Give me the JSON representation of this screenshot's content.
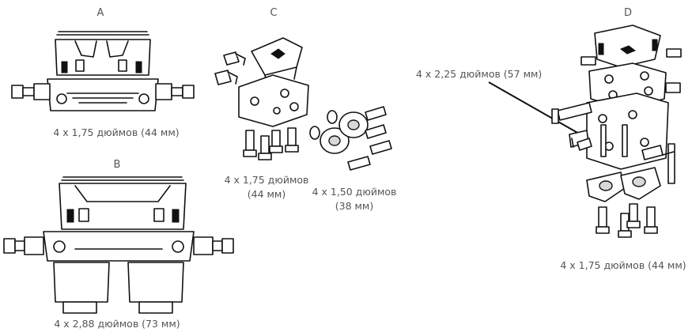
{
  "labels": {
    "a": "A",
    "b": "B",
    "c": "C",
    "d": "D"
  },
  "captions": {
    "a_bolts": "4 x 1,75 дюймов (44 мм)",
    "b_bolts": "4 x 2,88 дюймов (73 мм)",
    "c_bolts_1": "4 x 1,75 дюймов",
    "c_bolts_1_mm": "(44 мм)",
    "c_bolts_2": "4 x 1,50 дюймов",
    "c_bolts_2_mm": "(38 мм)",
    "d_bolts_top": "4 x 2,25 дюймов (57 мм)",
    "d_bolts_bottom": "4 x 1,75 дюймов (44 мм)"
  }
}
